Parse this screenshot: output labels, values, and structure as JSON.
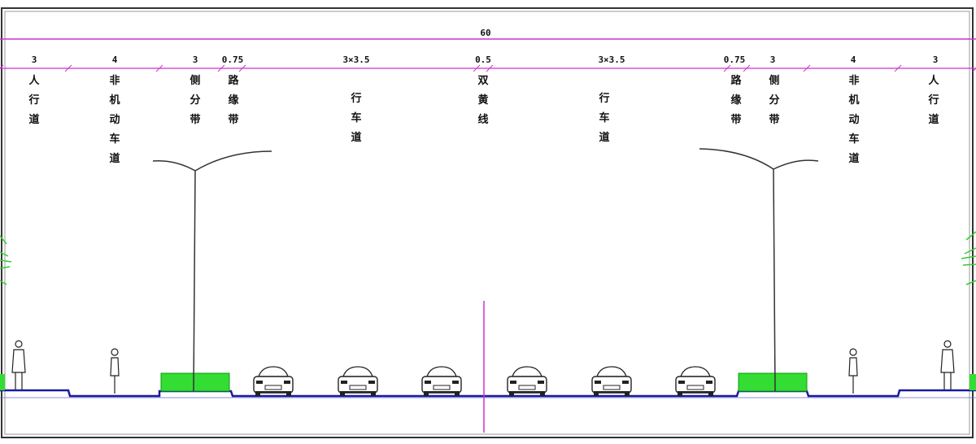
{
  "section": {
    "total_width_label": "60",
    "colors": {
      "frame": "#333333",
      "dimension": "#cc33cc",
      "road": "#1a1aa0",
      "green": "#33cc33",
      "light": "#333333"
    },
    "segments": [
      {
        "id": "sidewalk-left",
        "dim": "3",
        "label": "人行道"
      },
      {
        "id": "bike-lane-left",
        "dim": "4",
        "label": "非机动车道"
      },
      {
        "id": "divider-left",
        "dim": "3",
        "label": "侧分带"
      },
      {
        "id": "curb-strip-left",
        "dim": "0.75",
        "label": "路缘带"
      },
      {
        "id": "carriageway-left",
        "dim": "3×3.5",
        "label": "行车道"
      },
      {
        "id": "center-line",
        "dim": "0.5",
        "label": "双黄线"
      },
      {
        "id": "carriageway-right",
        "dim": "3×3.5",
        "label": "行车道"
      },
      {
        "id": "curb-strip-right",
        "dim": "0.75",
        "label": "路缘带"
      },
      {
        "id": "divider-right",
        "dim": "3",
        "label": "侧分带"
      },
      {
        "id": "bike-lane-right",
        "dim": "4",
        "label": "非机动车道"
      },
      {
        "id": "sidewalk-right",
        "dim": "3",
        "label": "人行道"
      }
    ],
    "car_count": 6,
    "icons": [
      "pedestrian-icon",
      "cyclist-icon",
      "car-icon",
      "street-light-icon",
      "tree-icon",
      "hedge-icon"
    ]
  }
}
